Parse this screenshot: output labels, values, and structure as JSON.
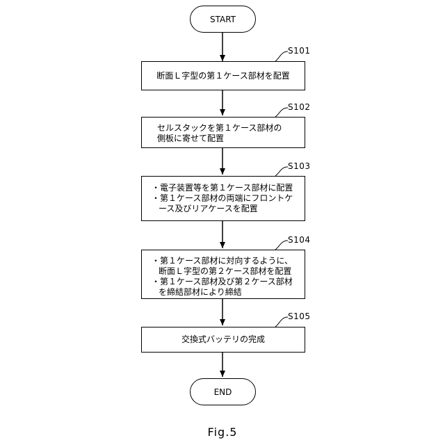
{
  "start_label": "START",
  "end_label": "END",
  "steps": [
    {
      "id": "S101",
      "lines": [
        "断面Ｌ字型の第１ケース部材を配置"
      ]
    },
    {
      "id": "S102",
      "lines": [
        "セルスタックを第１ケース部材の",
        "側板に寄せて配置"
      ]
    },
    {
      "id": "S103",
      "lines": [
        "・電子装置等を第１ケース部材に配置",
        "・第１ケース部材の両端にフロントケ",
        "ース及びリアケースを配置"
      ]
    },
    {
      "id": "S104",
      "lines": [
        "・第１ケース部材に対向するように、",
        "断面Ｌ字型の第２ケース部材を配置",
        "・第１ケース部材及び第２ケース部材",
        "を締結部材により締結"
      ]
    },
    {
      "id": "S105",
      "lines": [
        "交換式バッテリの完成"
      ]
    }
  ],
  "figure_caption": "Fig.5"
}
